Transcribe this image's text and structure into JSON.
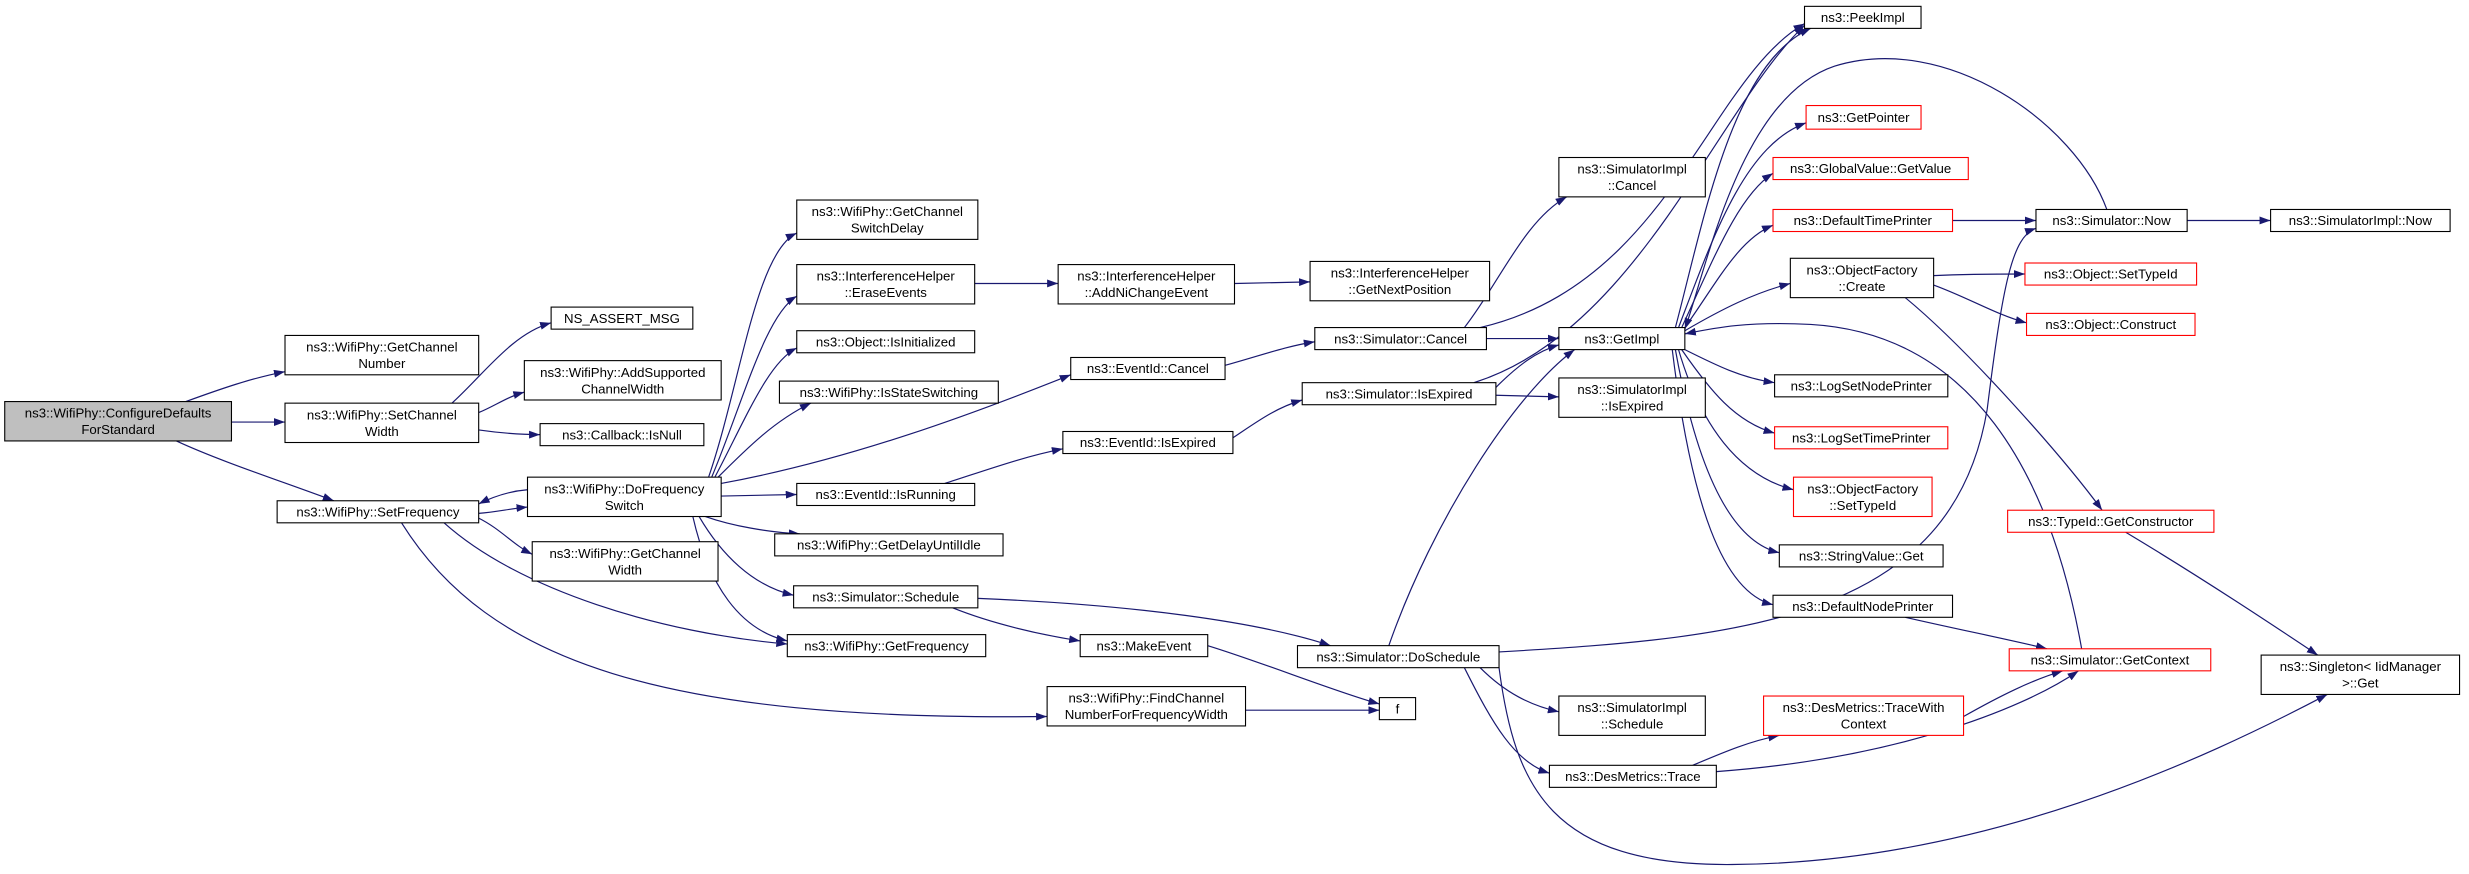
{
  "diagram": {
    "colors": {
      "edge": "#191970",
      "node_border": "#000000",
      "node_fill": "#ffffff",
      "text": "#000000"
    },
    "nodes": [
      {
        "lines": [
          "ns3::WifiPhy::ConfigureDefaults",
          "ForStandard"
        ],
        "fill": "#bfbfbf"
      },
      {
        "lines": [
          "ns3::WifiPhy::GetChannel",
          "Number"
        ]
      },
      {
        "lines": [
          "ns3::WifiPhy::SetChannel",
          "Width"
        ]
      },
      {
        "lines": [
          "ns3::WifiPhy::SetFrequency"
        ]
      },
      {
        "lines": [
          "NS_ASSERT_MSG"
        ]
      },
      {
        "lines": [
          "ns3::WifiPhy::AddSupported",
          "ChannelWidth"
        ]
      },
      {
        "lines": [
          "ns3::Callback::IsNull"
        ]
      },
      {
        "lines": [
          "ns3::WifiPhy::DoFrequency",
          "Switch"
        ]
      },
      {
        "lines": [
          "ns3::WifiPhy::GetChannel",
          "Width"
        ]
      },
      {
        "lines": [
          "ns3::WifiPhy::GetChannel",
          "SwitchDelay"
        ]
      },
      {
        "lines": [
          "ns3::InterferenceHelper",
          "::EraseEvents"
        ]
      },
      {
        "lines": [
          "ns3::Object::IsInitialized"
        ]
      },
      {
        "lines": [
          "ns3::WifiPhy::IsStateSwitching"
        ]
      },
      {
        "lines": [
          "ns3::EventId::IsRunning"
        ]
      },
      {
        "lines": [
          "ns3::WifiPhy::GetDelayUntilIdle"
        ]
      },
      {
        "lines": [
          "ns3::Simulator::Schedule"
        ]
      },
      {
        "lines": [
          "ns3::WifiPhy::GetFrequency"
        ]
      },
      {
        "lines": [
          "ns3::EventId::Cancel"
        ]
      },
      {
        "lines": [
          "ns3::EventId::IsExpired"
        ]
      },
      {
        "lines": [
          "ns3::InterferenceHelper",
          "::AddNiChangeEvent"
        ]
      },
      {
        "lines": [
          "ns3::MakeEvent"
        ]
      },
      {
        "lines": [
          "ns3::WifiPhy::FindChannel",
          "NumberForFrequencyWidth"
        ]
      },
      {
        "lines": [
          "ns3::InterferenceHelper",
          "::GetNextPosition"
        ]
      },
      {
        "lines": [
          "ns3::Simulator::Cancel"
        ]
      },
      {
        "lines": [
          "ns3::Simulator::IsExpired"
        ]
      },
      {
        "lines": [
          "ns3::Simulator::DoSchedule"
        ]
      },
      {
        "lines": [
          "f"
        ]
      },
      {
        "lines": [
          "ns3::SimulatorImpl",
          "::Cancel"
        ]
      },
      {
        "lines": [
          "ns3::GetImpl"
        ]
      },
      {
        "lines": [
          "ns3::SimulatorImpl",
          "::IsExpired"
        ]
      },
      {
        "lines": [
          "ns3::SimulatorImpl",
          "::Schedule"
        ]
      },
      {
        "lines": [
          "ns3::DesMetrics::Trace"
        ]
      },
      {
        "lines": [
          "ns3::PeekImpl"
        ]
      },
      {
        "lines": [
          "ns3::GetPointer"
        ],
        "border": "#ff0000"
      },
      {
        "lines": [
          "ns3::GlobalValue::GetValue"
        ],
        "border": "#ff0000"
      },
      {
        "lines": [
          "ns3::DefaultTimePrinter"
        ],
        "border": "#ff0000"
      },
      {
        "lines": [
          "ns3::ObjectFactory",
          "::Create"
        ]
      },
      {
        "lines": [
          "ns3::LogSetNodePrinter"
        ]
      },
      {
        "lines": [
          "ns3::LogSetTimePrinter"
        ],
        "border": "#ff0000"
      },
      {
        "lines": [
          "ns3::ObjectFactory",
          "::SetTypeId"
        ],
        "border": "#ff0000"
      },
      {
        "lines": [
          "ns3::StringValue::Get"
        ]
      },
      {
        "lines": [
          "ns3::DefaultNodePrinter"
        ]
      },
      {
        "lines": [
          "ns3::DesMetrics::TraceWith",
          "Context"
        ],
        "border": "#ff0000"
      },
      {
        "lines": [
          "ns3::Simulator::Now"
        ]
      },
      {
        "lines": [
          "ns3::Object::SetTypeId"
        ],
        "border": "#ff0000"
      },
      {
        "lines": [
          "ns3::Object::Construct"
        ],
        "border": "#ff0000"
      },
      {
        "lines": [
          "ns3::TypeId::GetConstructor"
        ],
        "border": "#ff0000"
      },
      {
        "lines": [
          "ns3::Simulator::GetContext"
        ],
        "border": "#ff0000"
      },
      {
        "lines": [
          "ns3::SimulatorImpl::Now"
        ]
      },
      {
        "lines": [
          "ns3::Singleton< IidManager",
          ">::Get"
        ]
      }
    ],
    "edges": [
      [
        0,
        1
      ],
      [
        0,
        2
      ],
      [
        0,
        3
      ],
      [
        2,
        4
      ],
      [
        2,
        5
      ],
      [
        2,
        6
      ],
      [
        3,
        7
      ],
      [
        3,
        8
      ],
      [
        3,
        16
      ],
      [
        3,
        21
      ],
      [
        7,
        3
      ],
      [
        7,
        9
      ],
      [
        7,
        10
      ],
      [
        7,
        11
      ],
      [
        7,
        12
      ],
      [
        7,
        17
      ],
      [
        7,
        13
      ],
      [
        7,
        14
      ],
      [
        7,
        15
      ],
      [
        7,
        16
      ],
      [
        10,
        19
      ],
      [
        19,
        22
      ],
      [
        17,
        23
      ],
      [
        13,
        18
      ],
      [
        18,
        24
      ],
      [
        15,
        20
      ],
      [
        15,
        25
      ],
      [
        20,
        26
      ],
      [
        21,
        26
      ],
      [
        23,
        27
      ],
      [
        23,
        28
      ],
      [
        23,
        32
      ],
      [
        24,
        28
      ],
      [
        24,
        29
      ],
      [
        24,
        32
      ],
      [
        25,
        28
      ],
      [
        25,
        30
      ],
      [
        25,
        31
      ],
      [
        25,
        43
      ],
      [
        25,
        49
      ],
      [
        28,
        32
      ],
      [
        28,
        33
      ],
      [
        28,
        34
      ],
      [
        28,
        35
      ],
      [
        28,
        36
      ],
      [
        28,
        37
      ],
      [
        28,
        38
      ],
      [
        28,
        39
      ],
      [
        28,
        40
      ],
      [
        28,
        41
      ],
      [
        31,
        42
      ],
      [
        31,
        47
      ],
      [
        42,
        47
      ],
      [
        35,
        43
      ],
      [
        43,
        48
      ],
      [
        43,
        28
      ],
      [
        36,
        44
      ],
      [
        36,
        45
      ],
      [
        36,
        46
      ],
      [
        46,
        49
      ],
      [
        41,
        47
      ],
      [
        47,
        28
      ]
    ]
  }
}
